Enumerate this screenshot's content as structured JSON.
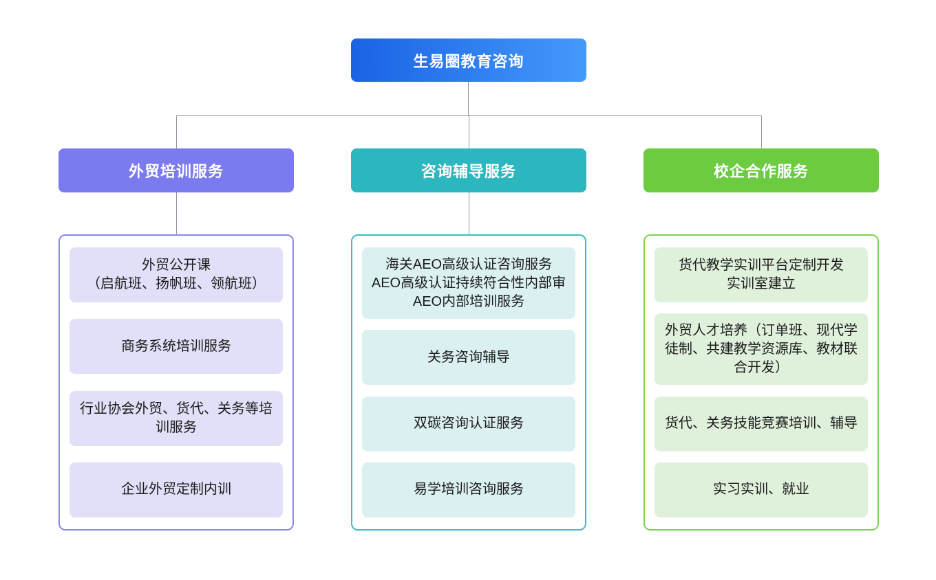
{
  "page": {
    "background": "#ffffff"
  },
  "connectors": {
    "color": "#8f96a0"
  },
  "root": {
    "label": "生易圈教育咨询",
    "gradient_start": "#1a63e4",
    "gradient_end": "#4499fb",
    "text_color": "#ffffff"
  },
  "branches": [
    {
      "label": "外贸培训服务",
      "header_color": "#7b7bef",
      "border_color": "#8886f1",
      "item_bg": "#e2e0f8",
      "items": [
        "外贸公开课\n（启航班、扬帆班、领航班）",
        "商务系统培训服务",
        "行业协会外贸、货代、关务等培训服务",
        "企业外贸定制内训"
      ]
    },
    {
      "label": "咨询辅导服务",
      "header_color": "#2cb6be",
      "border_color": "#3cbdc4",
      "item_bg": "#dbf0f1",
      "items": [
        "海关AEO高级认证咨询服务\nAEO高级认证持续符合性内部审\nAEO内部培训服务",
        "关务咨询辅导",
        "双碳咨询认证服务",
        "易学培训咨询服务"
      ]
    },
    {
      "label": "校企合作服务",
      "header_color": "#6ccb41",
      "border_color": "#7bd153",
      "item_bg": "#dff1db",
      "items": [
        "货代教学实训平台定制开发\n实训室建立",
        "外贸人才培养（订单班、现代学徒制、共建教学资源库、教材联合开发）",
        "货代、关务技能竞赛培训、辅导",
        "实习实训、就业"
      ]
    }
  ]
}
